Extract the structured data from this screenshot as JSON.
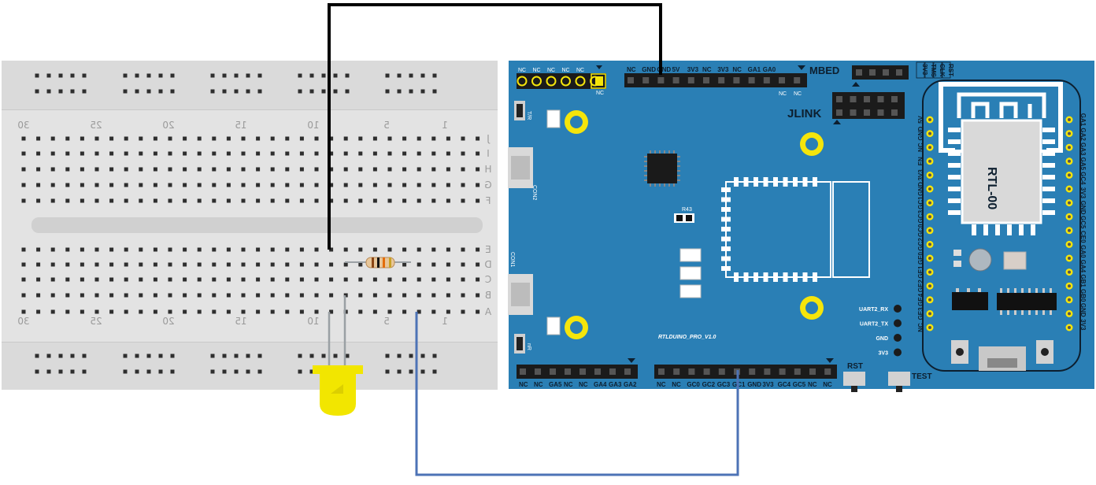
{
  "breadboard": {
    "col_numbers": [
      "30",
      "25",
      "20",
      "15",
      "10",
      "5",
      "1"
    ],
    "row_letters_top": [
      "J",
      "I",
      "H",
      "G",
      "F"
    ],
    "row_letters_bottom": [
      "E",
      "D",
      "C",
      "B",
      "A"
    ]
  },
  "board": {
    "title": "RTLDUINO_PRO_V1.0",
    "mbed_label": "MBED",
    "jlink_label": "JLINK",
    "con2_label": "CON2",
    "con1_label": "CON1",
    "tr_label": "T/R",
    "nrr_label": "nR",
    "r43_label": "R43",
    "rst_label": "RST",
    "test_label": "TEST",
    "module_label": "RTL-00",
    "small_header_labels": [
      "NC",
      "NC",
      "NC",
      "NC",
      "NC"
    ],
    "small_header_nc": "NC",
    "top_header_labels": [
      "NC",
      "GND",
      "GND",
      "5V",
      "3V3",
      "NC",
      "3V3",
      "NC",
      "GA1",
      "GA0"
    ],
    "top_header_nc_labels": [
      "NC",
      "NC"
    ],
    "bottom_left_labels": [
      "NC",
      "NC",
      "GA5",
      "NC",
      "NC",
      "GA4",
      "GA3",
      "GA2"
    ],
    "bottom_right_labels": [
      "NC",
      "NC",
      "GC0",
      "GC2",
      "GC3",
      "GC1",
      "GND",
      "3V3",
      "GC4",
      "GC5",
      "NC",
      "NC"
    ],
    "uart_labels": [
      "UART2_RX",
      "UART2_TX",
      "GND",
      "3V3"
    ],
    "module_left_labels": [
      "NC",
      "GE3",
      "GE4",
      "GE2",
      "GE1",
      "GE0",
      "GC2",
      "GC0",
      "GC3",
      "GC1",
      "GND",
      "3V3",
      "EN",
      "NC",
      "GND",
      "5V"
    ],
    "module_right_labels": [
      "GA1",
      "GA2",
      "GA3",
      "GA5",
      "GC4",
      "3V3",
      "GND",
      "GC5",
      "CE0",
      "GA0",
      "GA4",
      "GB1",
      "GB0",
      "GND",
      "3V3"
    ],
    "module_top_labels": [
      "3V3",
      "TMS",
      "CLK",
      "RST"
    ]
  },
  "colors": {
    "board_blue": "#2a7fb5",
    "wire_black": "#000000",
    "wire_blue": "#4d73b6",
    "led_yellow": "#f2e600",
    "pad_yellow": "#f5e50b"
  }
}
